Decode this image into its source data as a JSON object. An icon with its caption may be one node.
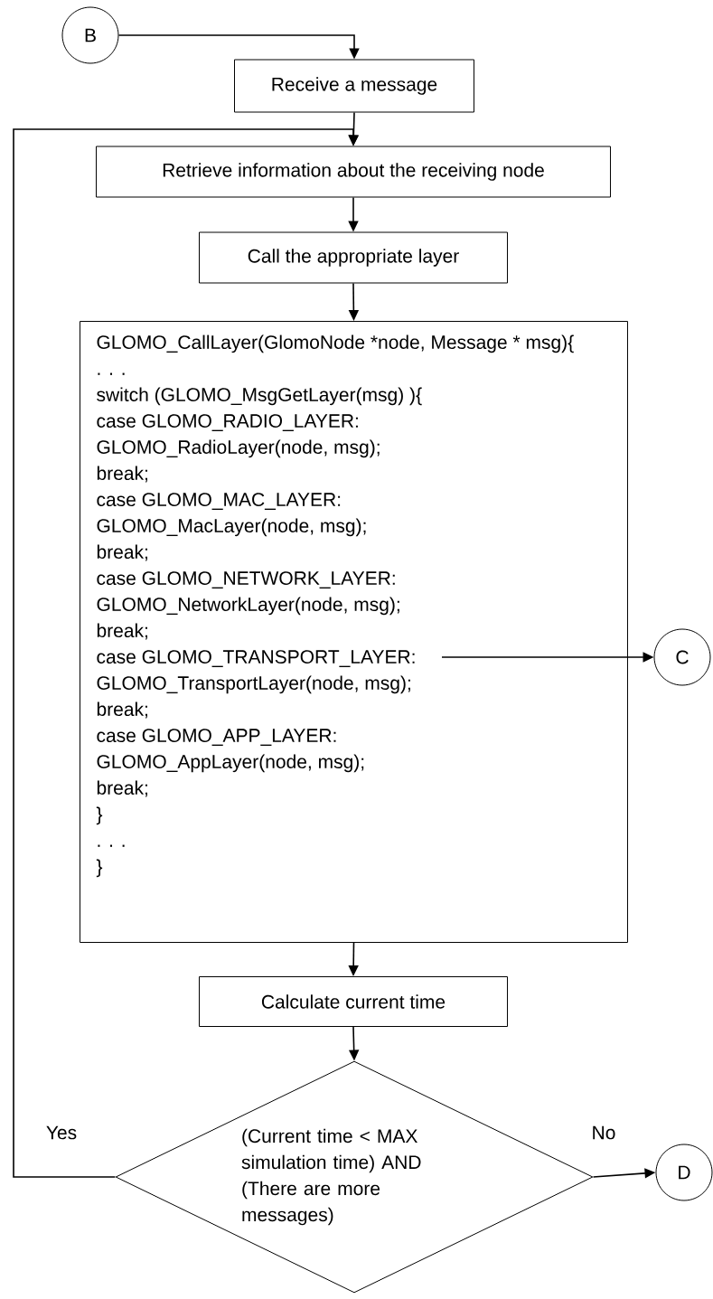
{
  "diagram": {
    "nodes": [
      {
        "text": [
          "B"
        ]
      },
      {
        "text": [
          "Receive a message"
        ]
      },
      {
        "text": [
          "Retrieve information about the receiving node"
        ]
      },
      {
        "text": [
          "Call the appropriate layer"
        ]
      },
      {
        "text": [
          "GLOMO_CallLayer(GlomoNode *node, Message * msg){",
          ". . .",
          "switch (GLOMO_MsgGetLayer(msg) ){",
          "case GLOMO_RADIO_LAYER:",
          "GLOMO_RadioLayer(node, msg);",
          "break;",
          "case GLOMO_MAC_LAYER:",
          "GLOMO_MacLayer(node, msg);",
          "break;",
          "case GLOMO_NETWORK_LAYER:",
          "GLOMO_NetworkLayer(node, msg);",
          "break;",
          "case GLOMO_TRANSPORT_LAYER:",
          "GLOMO_TransportLayer(node, msg);",
          "break;",
          "case GLOMO_APP_LAYER:",
          "GLOMO_AppLayer(node, msg);",
          "break;",
          "}",
          ". . .",
          "}"
        ]
      },
      {
        "text": [
          "Calculate current time"
        ]
      },
      {
        "text": [
          "(Current time < MAX simulation time) AND (There are more messages)"
        ]
      },
      {
        "text": [
          "C"
        ]
      },
      {
        "text": [
          "D"
        ]
      }
    ],
    "edges": [
      {
        "from": 0,
        "to": 1,
        "arrow": "to"
      },
      {
        "from": 1,
        "to": 2,
        "arrow": "to"
      },
      {
        "from": 2,
        "to": 3,
        "arrow": "to"
      },
      {
        "from": 3,
        "to": 4,
        "arrow": "to"
      },
      {
        "from": 4,
        "to": 7,
        "arrow": "to"
      },
      {
        "from": 4,
        "to": 5,
        "arrow": "to"
      },
      {
        "from": 5,
        "to": 6,
        "arrow": "to"
      },
      {
        "from": 6,
        "to": 2,
        "arrow": "to",
        "label": "Yes"
      },
      {
        "from": 6,
        "to": 8,
        "arrow": "to",
        "label": "No"
      }
    ]
  }
}
